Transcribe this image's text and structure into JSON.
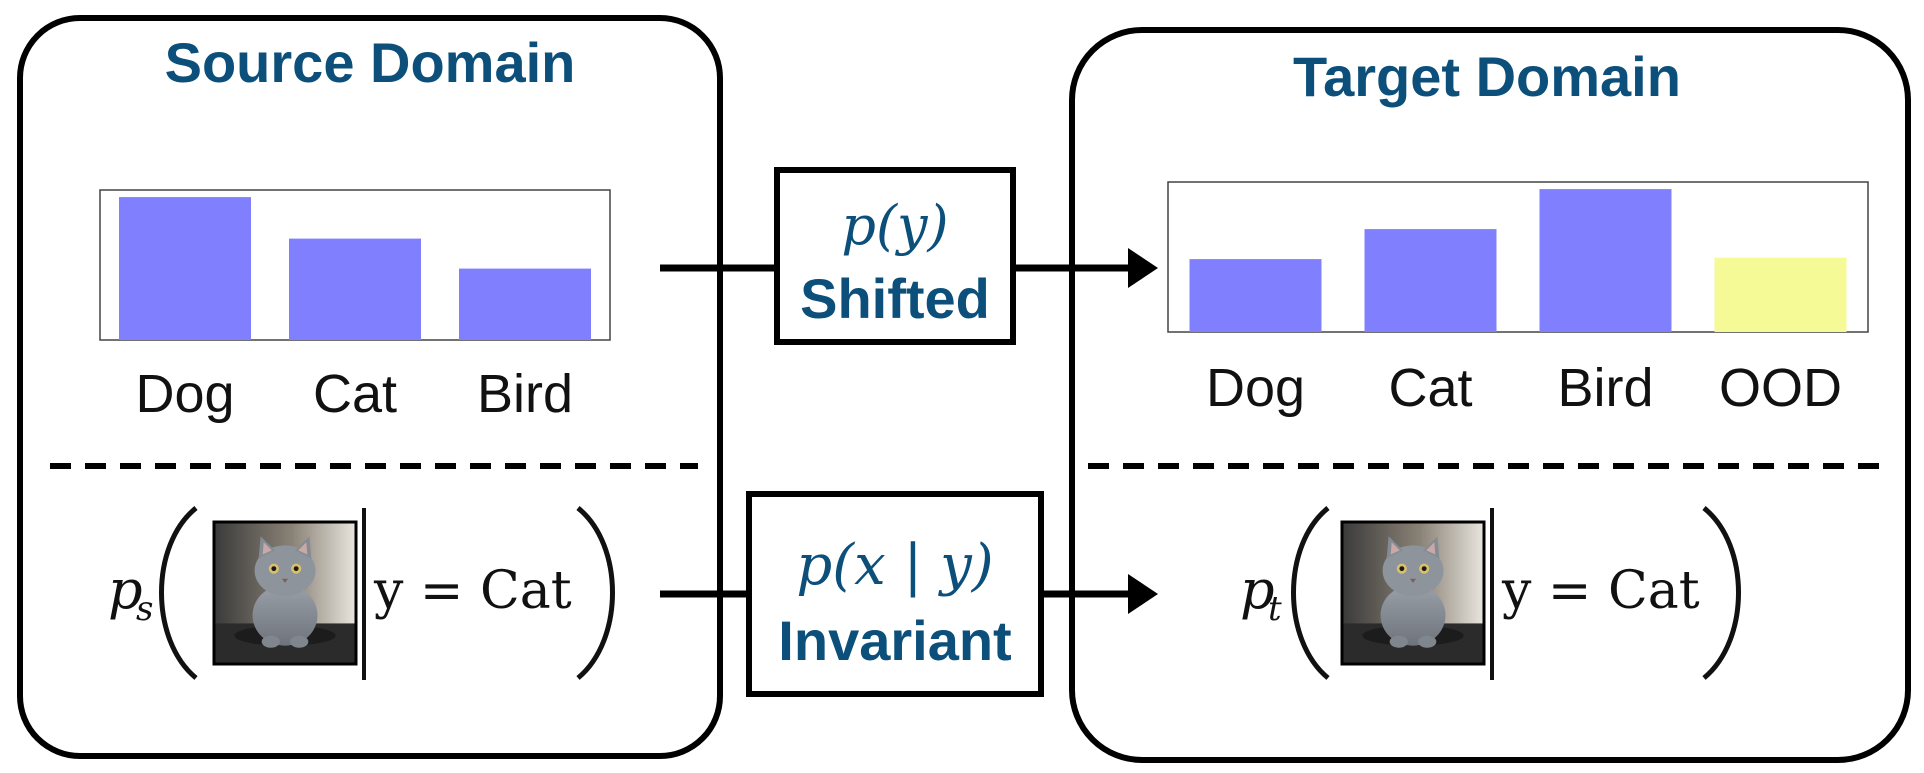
{
  "source": {
    "title": "Source Domain",
    "chart_labels": [
      "Dog",
      "Cat",
      "Bird"
    ],
    "formula_prefix": "p",
    "formula_sub": "s",
    "formula_rhs": "y = Cat",
    "image_icon": "cat-photo"
  },
  "target": {
    "title": "Target Domain",
    "chart_labels": [
      "Dog",
      "Cat",
      "Bird",
      "OOD"
    ],
    "formula_prefix": "p",
    "formula_sub": "t",
    "formula_rhs": "y = Cat",
    "image_icon": "cat-photo"
  },
  "middle": {
    "top_box": {
      "math": "p(y)",
      "label": "Shifted"
    },
    "bottom_box": {
      "math": "p(x | y)",
      "label": "Invariant"
    }
  },
  "colors": {
    "title": "#0b4f7a",
    "bar": "#8080ff",
    "ood_bar": "#f6fa96",
    "border": "#000000"
  },
  "chart_data": [
    {
      "type": "bar",
      "categories": [
        "Dog",
        "Cat",
        "Bird"
      ],
      "values": [
        1.0,
        0.71,
        0.5
      ],
      "title": "",
      "xlabel": "",
      "ylabel": "",
      "ylim": [
        0,
        1.05
      ],
      "grid": false
    },
    {
      "type": "bar",
      "categories": [
        "Dog",
        "Cat",
        "Bird",
        "OOD"
      ],
      "values": [
        0.51,
        0.72,
        1.0,
        0.52
      ],
      "title": "",
      "xlabel": "",
      "ylabel": "",
      "ylim": [
        0,
        1.05
      ],
      "grid": false
    }
  ]
}
